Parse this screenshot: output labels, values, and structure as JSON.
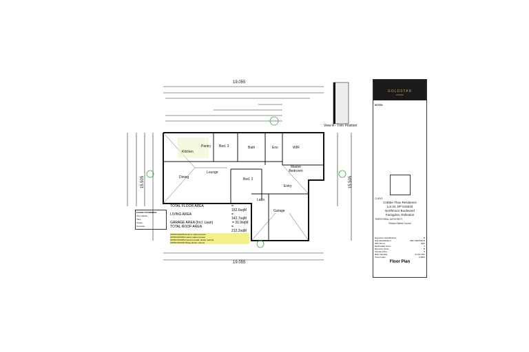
{
  "dimensions": {
    "overall_width": "19.055",
    "overall_depth": "15.505"
  },
  "view": {
    "label": "View A - Trim Position"
  },
  "rooms": [
    "Kitchen",
    "Pantry",
    "Bed. 3",
    "Bath",
    "Ens",
    "WIR",
    "Lounge",
    "Dining",
    "Bed. 2",
    "Master Bedroom",
    "Entry",
    "Laun.",
    "Garage"
  ],
  "areas": [
    {
      "label": "TOTAL FLOOR AREA",
      "value": "= 152.6sqM"
    },
    {
      "label": "LIVING AREA",
      "value": "= 142.7sqM"
    },
    {
      "label": "GARAGE AREA (Incl. Laun)",
      "value": "= 31.9sqM"
    },
    {
      "label": "TOTAL ROOF AREA",
      "value": "= 212.2sqM"
    }
  ],
  "highlight_rows": [
    "APPROXIMATE Exterior wall perimeter",
    "APPROXIMATE Interior wall perimeter",
    "APPROXIMATE Fascia & Gutter (linear meters)",
    "APPROXIMATE Ridge (linear meters)"
  ],
  "legend": {
    "title": "FLOOR COVERINGS",
    "items": [
      "Vinyl planks",
      "Tiles",
      "Carpet",
      "Concrete"
    ]
  },
  "title_block": {
    "brand": "GOLDSTAR",
    "brand_sub": "HOMES",
    "notes_title": "NOTES:",
    "client_label": "CLIENT:",
    "client_lines": [
      "Crabbe Thao Residence",
      "Lot 34, DP 515515",
      "Northmoor Boulevard",
      "Faringdon, Rolleston"
    ],
    "authority_label": "TERRITORIAL AUTHORITY:",
    "authority": "Selwyn District Council",
    "site_rows": [
      [
        "Exposure Classification:",
        "B"
      ],
      [
        "Soil Classification:",
        "REF GEOTECH"
      ],
      [
        "Wind Zone:",
        "High"
      ],
      [
        "Earthquake Zone:",
        "2"
      ],
      [
        "Exposure Zone:",
        "B"
      ],
      [
        "Climate Zone:",
        "5"
      ],
      [
        "Rain Intensity:",
        "41.4mm/hr"
      ],
      [
        "Snow Load:",
        "1.0kPa"
      ]
    ],
    "sheet_title": "Floor Plan"
  }
}
